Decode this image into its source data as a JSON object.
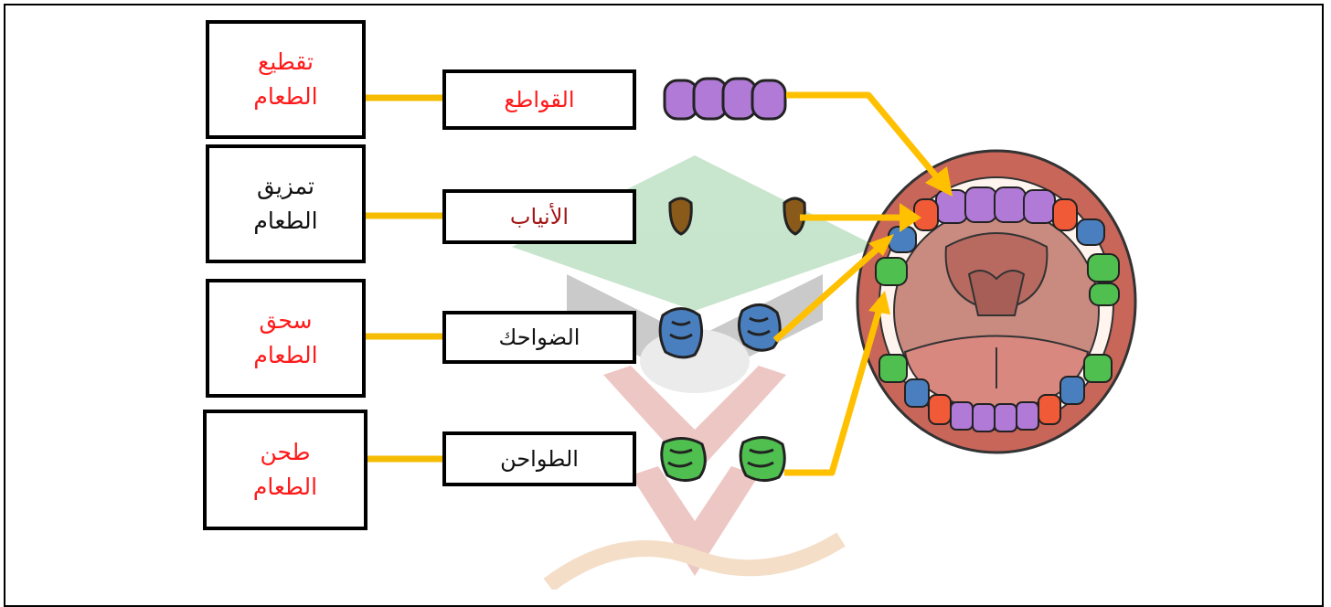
{
  "rows": [
    {
      "function_lines": [
        "تقطيع",
        "الطعام"
      ],
      "function_color": "#ff1a1a",
      "tooth_name": "القواطع",
      "name_color": "#ff1a1a",
      "tooth_color": "#b07ad6"
    },
    {
      "function_lines": [
        "تمزيق",
        "الطعام"
      ],
      "function_color": "#111111",
      "tooth_name": "الأنياب",
      "name_color": "#a31515",
      "tooth_color": "#8a5a1a"
    },
    {
      "function_lines": [
        "سحق",
        "الطعام"
      ],
      "function_color": "#ff1a1a",
      "tooth_name": "الضواحك",
      "name_color": "#111111",
      "tooth_color": "#4a7fbf"
    },
    {
      "function_lines": [
        "طحن",
        "الطعام"
      ],
      "function_color": "#ff1a1a",
      "tooth_name": "الطواحن",
      "name_color": "#111111",
      "tooth_color": "#4fbf4f"
    }
  ],
  "colors": {
    "connector": "#f5bc00",
    "arrow": "#ffc000",
    "incisor": "#b07ad6",
    "canine_mouth": "#f05a36",
    "premolar": "#4a7fbf",
    "molar": "#4fbf4f",
    "lip": "#c9665a",
    "tongue": "#d98880"
  }
}
